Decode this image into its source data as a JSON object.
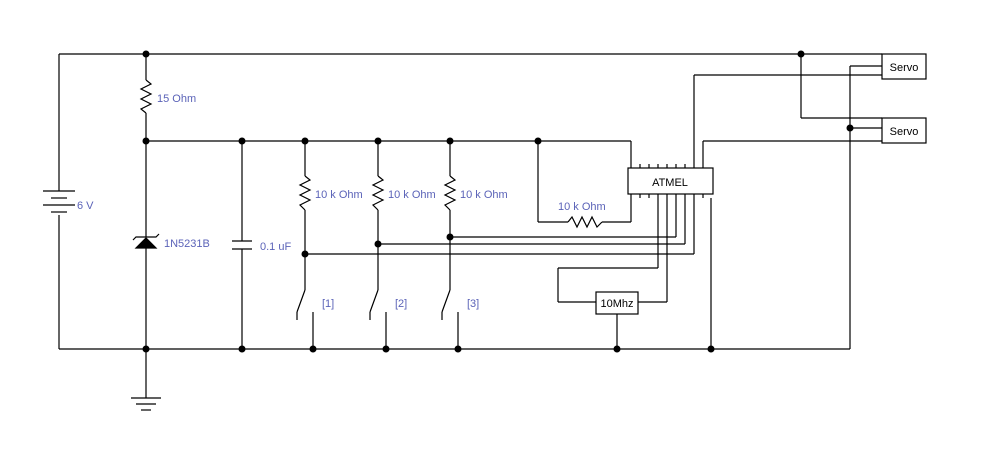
{
  "components": {
    "battery_label": "6 V",
    "resistor_main_label": "15  Ohm",
    "zener_label": "1N5231B",
    "capacitor_label": "0.1 uF",
    "pullup_labels": [
      "10 k Ohm",
      "10 k Ohm",
      "10 k Ohm"
    ],
    "feedback_resistor_label": "10 k Ohm",
    "switch_labels": [
      "[1]",
      "[2]",
      "[3]"
    ],
    "mcu_label": "ATMEL",
    "crystal_label": "10Mhz",
    "servo_labels": [
      "Servo",
      "Servo"
    ]
  }
}
